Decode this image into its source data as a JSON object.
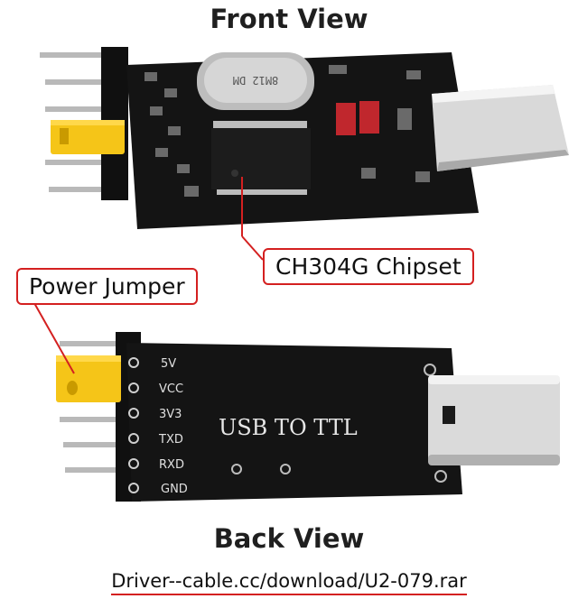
{
  "titles": {
    "front": "Front View",
    "back": "Back View"
  },
  "callouts": {
    "chipset": "CH304G Chipset",
    "jumper": "Power Jumper"
  },
  "crystal_marking": "8M12 DM",
  "back_board": {
    "label": "USB TO TTL",
    "pins": [
      "5V",
      "VCC",
      "3V3",
      "TXD",
      "RXD",
      "GND"
    ]
  },
  "driver_link": "Driver--cable.cc/download/U2-079.rar",
  "colors": {
    "pcb": "#141414",
    "jumper": "#f5c518",
    "callout_border": "#d42020",
    "usb_c": "#d9d9d9"
  }
}
